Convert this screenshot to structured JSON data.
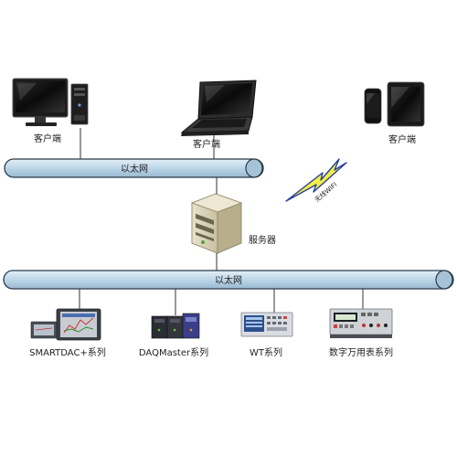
{
  "clients": {
    "desktop_label": "客户端",
    "laptop_label": "客户端",
    "mobile_label": "客户端"
  },
  "networks": {
    "top_label": "以太网",
    "bottom_label": "以太网"
  },
  "server": {
    "label": "服务器"
  },
  "wireless": {
    "label": "无线WIFI"
  },
  "devices": [
    {
      "label": "SMARTDAC+系列"
    },
    {
      "label": "DAQMaster系列"
    },
    {
      "label": "WT系列"
    },
    {
      "label": "数字万用表系列"
    }
  ],
  "colors": {
    "bus_fill": "#c3dcec",
    "bus_stroke": "#2a3a48",
    "bolt_fill": "#f2ef4a",
    "bolt_stroke": "#2a3f9c"
  }
}
